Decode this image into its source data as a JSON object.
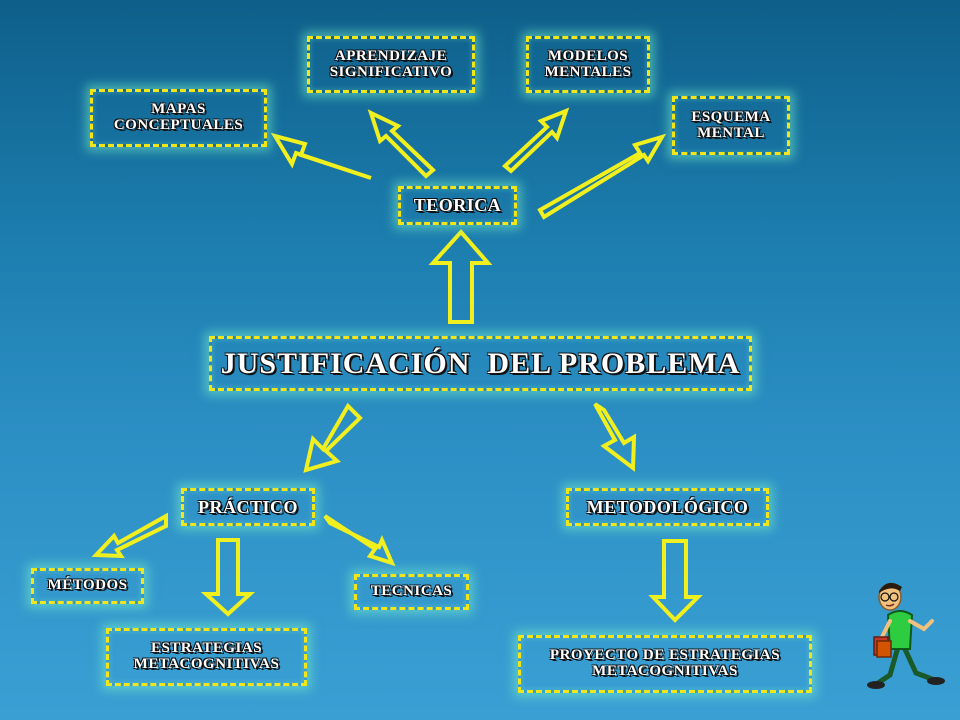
{
  "diagram": {
    "center": {
      "label": "JUSTIFICACIÓN  DEL PROBLEMA"
    },
    "teorica": {
      "label": "TEORICA",
      "children": {
        "mapas": [
          "MAPAS",
          "CONCEPTUALES"
        ],
        "aprendizaje": [
          "APRENDIZAJE",
          "SIGNIFICATIVO"
        ],
        "modelos": [
          "MODELOS",
          "MENTALES"
        ],
        "esquema": [
          "ESQUEMA",
          "MENTAL"
        ]
      }
    },
    "practico": {
      "label": "PRÁCTICO",
      "children": {
        "metodos": "MÉTODOS",
        "estrategias": [
          "ESTRATEGIAS",
          "METACOGNITIVAS"
        ],
        "tecnicas": "TECNICAS"
      }
    },
    "metodologico": {
      "label": "METODOLÓGICO",
      "children": {
        "proyecto": [
          "PROYECTO DE ESTRATEGIAS",
          "METACOGNITIVAS"
        ]
      }
    }
  },
  "colors": {
    "box_border": "#f2e51a",
    "arrow": "#f2ef1e",
    "glow": "#78f0c8",
    "background_top": "#0e5f8a",
    "background_bottom": "#3aa0d4"
  },
  "icons": {
    "mascot": "walking-student-icon"
  }
}
